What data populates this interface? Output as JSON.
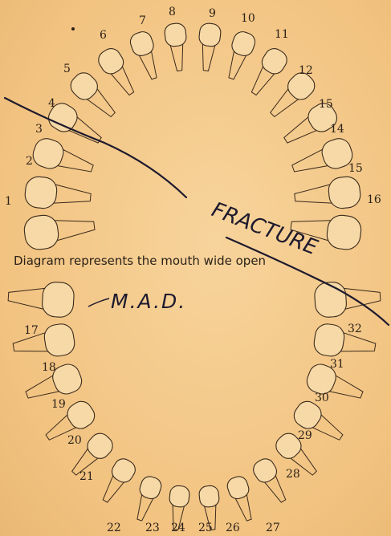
{
  "upper_teeth": [
    {
      "num": "1"
    },
    {
      "num": "2"
    },
    {
      "num": "3"
    },
    {
      "num": "4"
    },
    {
      "num": "5"
    },
    {
      "num": "6"
    },
    {
      "num": "7"
    },
    {
      "num": "8"
    },
    {
      "num": "9"
    },
    {
      "num": "10"
    },
    {
      "num": "11"
    },
    {
      "num": "12"
    },
    {
      "num": "15"
    },
    {
      "num": "14"
    },
    {
      "num": "15"
    },
    {
      "num": "16"
    }
  ],
  "lower_teeth": [
    {
      "num": "17"
    },
    {
      "num": "18"
    },
    {
      "num": "19"
    },
    {
      "num": "20"
    },
    {
      "num": "21"
    },
    {
      "num": "22"
    },
    {
      "num": "23"
    },
    {
      "num": "24"
    },
    {
      "num": "25"
    },
    {
      "num": "26"
    },
    {
      "num": "27"
    },
    {
      "num": "28"
    },
    {
      "num": "29"
    },
    {
      "num": "30"
    },
    {
      "num": "31"
    },
    {
      "num": "32"
    }
  ],
  "caption": "Diagram represents the mouth wide open",
  "annotations": {
    "fracture": "FRACTURE",
    "initials": "M.A.D."
  },
  "colors": {
    "paper": "#f4c98a",
    "ink": "#2b2118",
    "pen": "#1e1a2e"
  }
}
